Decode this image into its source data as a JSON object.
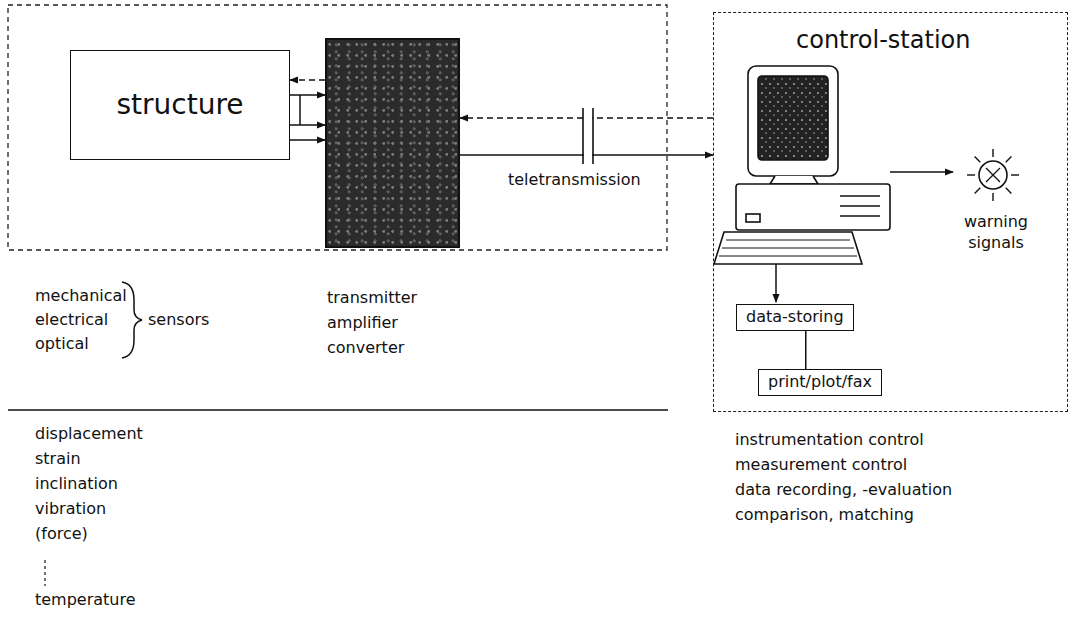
{
  "diagram": {
    "nodes": [
      {
        "text": [
          "structure"
        ]
      },
      {
        "text": [
          "transmitter amplifier converter"
        ]
      },
      {
        "text": [
          "control-station"
        ]
      },
      {
        "text": [
          "data-storing"
        ],
        "in": 2
      },
      {
        "text": [
          "print/plot/fax"
        ],
        "in": 2
      },
      {
        "text": [
          "warning signals"
        ],
        "in": 2
      }
    ],
    "edges": [
      {
        "from": 1,
        "to": 0,
        "arrow": "to"
      },
      {
        "from": 0,
        "to": 1,
        "arrow": "to"
      },
      {
        "from": 0,
        "to": 1,
        "arrow": "to"
      },
      {
        "from": 0,
        "to": 1,
        "arrow": "to"
      },
      {
        "from": 1,
        "to": 2,
        "arrow": "to",
        "label": "teletransmission"
      },
      {
        "from": 2,
        "to": 1,
        "arrow": "to"
      },
      {
        "from": 3,
        "to": 4,
        "arrow": "none"
      }
    ],
    "labels": [
      "mechanical",
      "electrical",
      "optical",
      "sensors",
      "displacement",
      "strain",
      "inclination",
      "vibration",
      "(force)",
      "temperature",
      "instrumentation control",
      "measurement control",
      "data recording, -evaluation",
      "comparison, matching"
    ]
  }
}
